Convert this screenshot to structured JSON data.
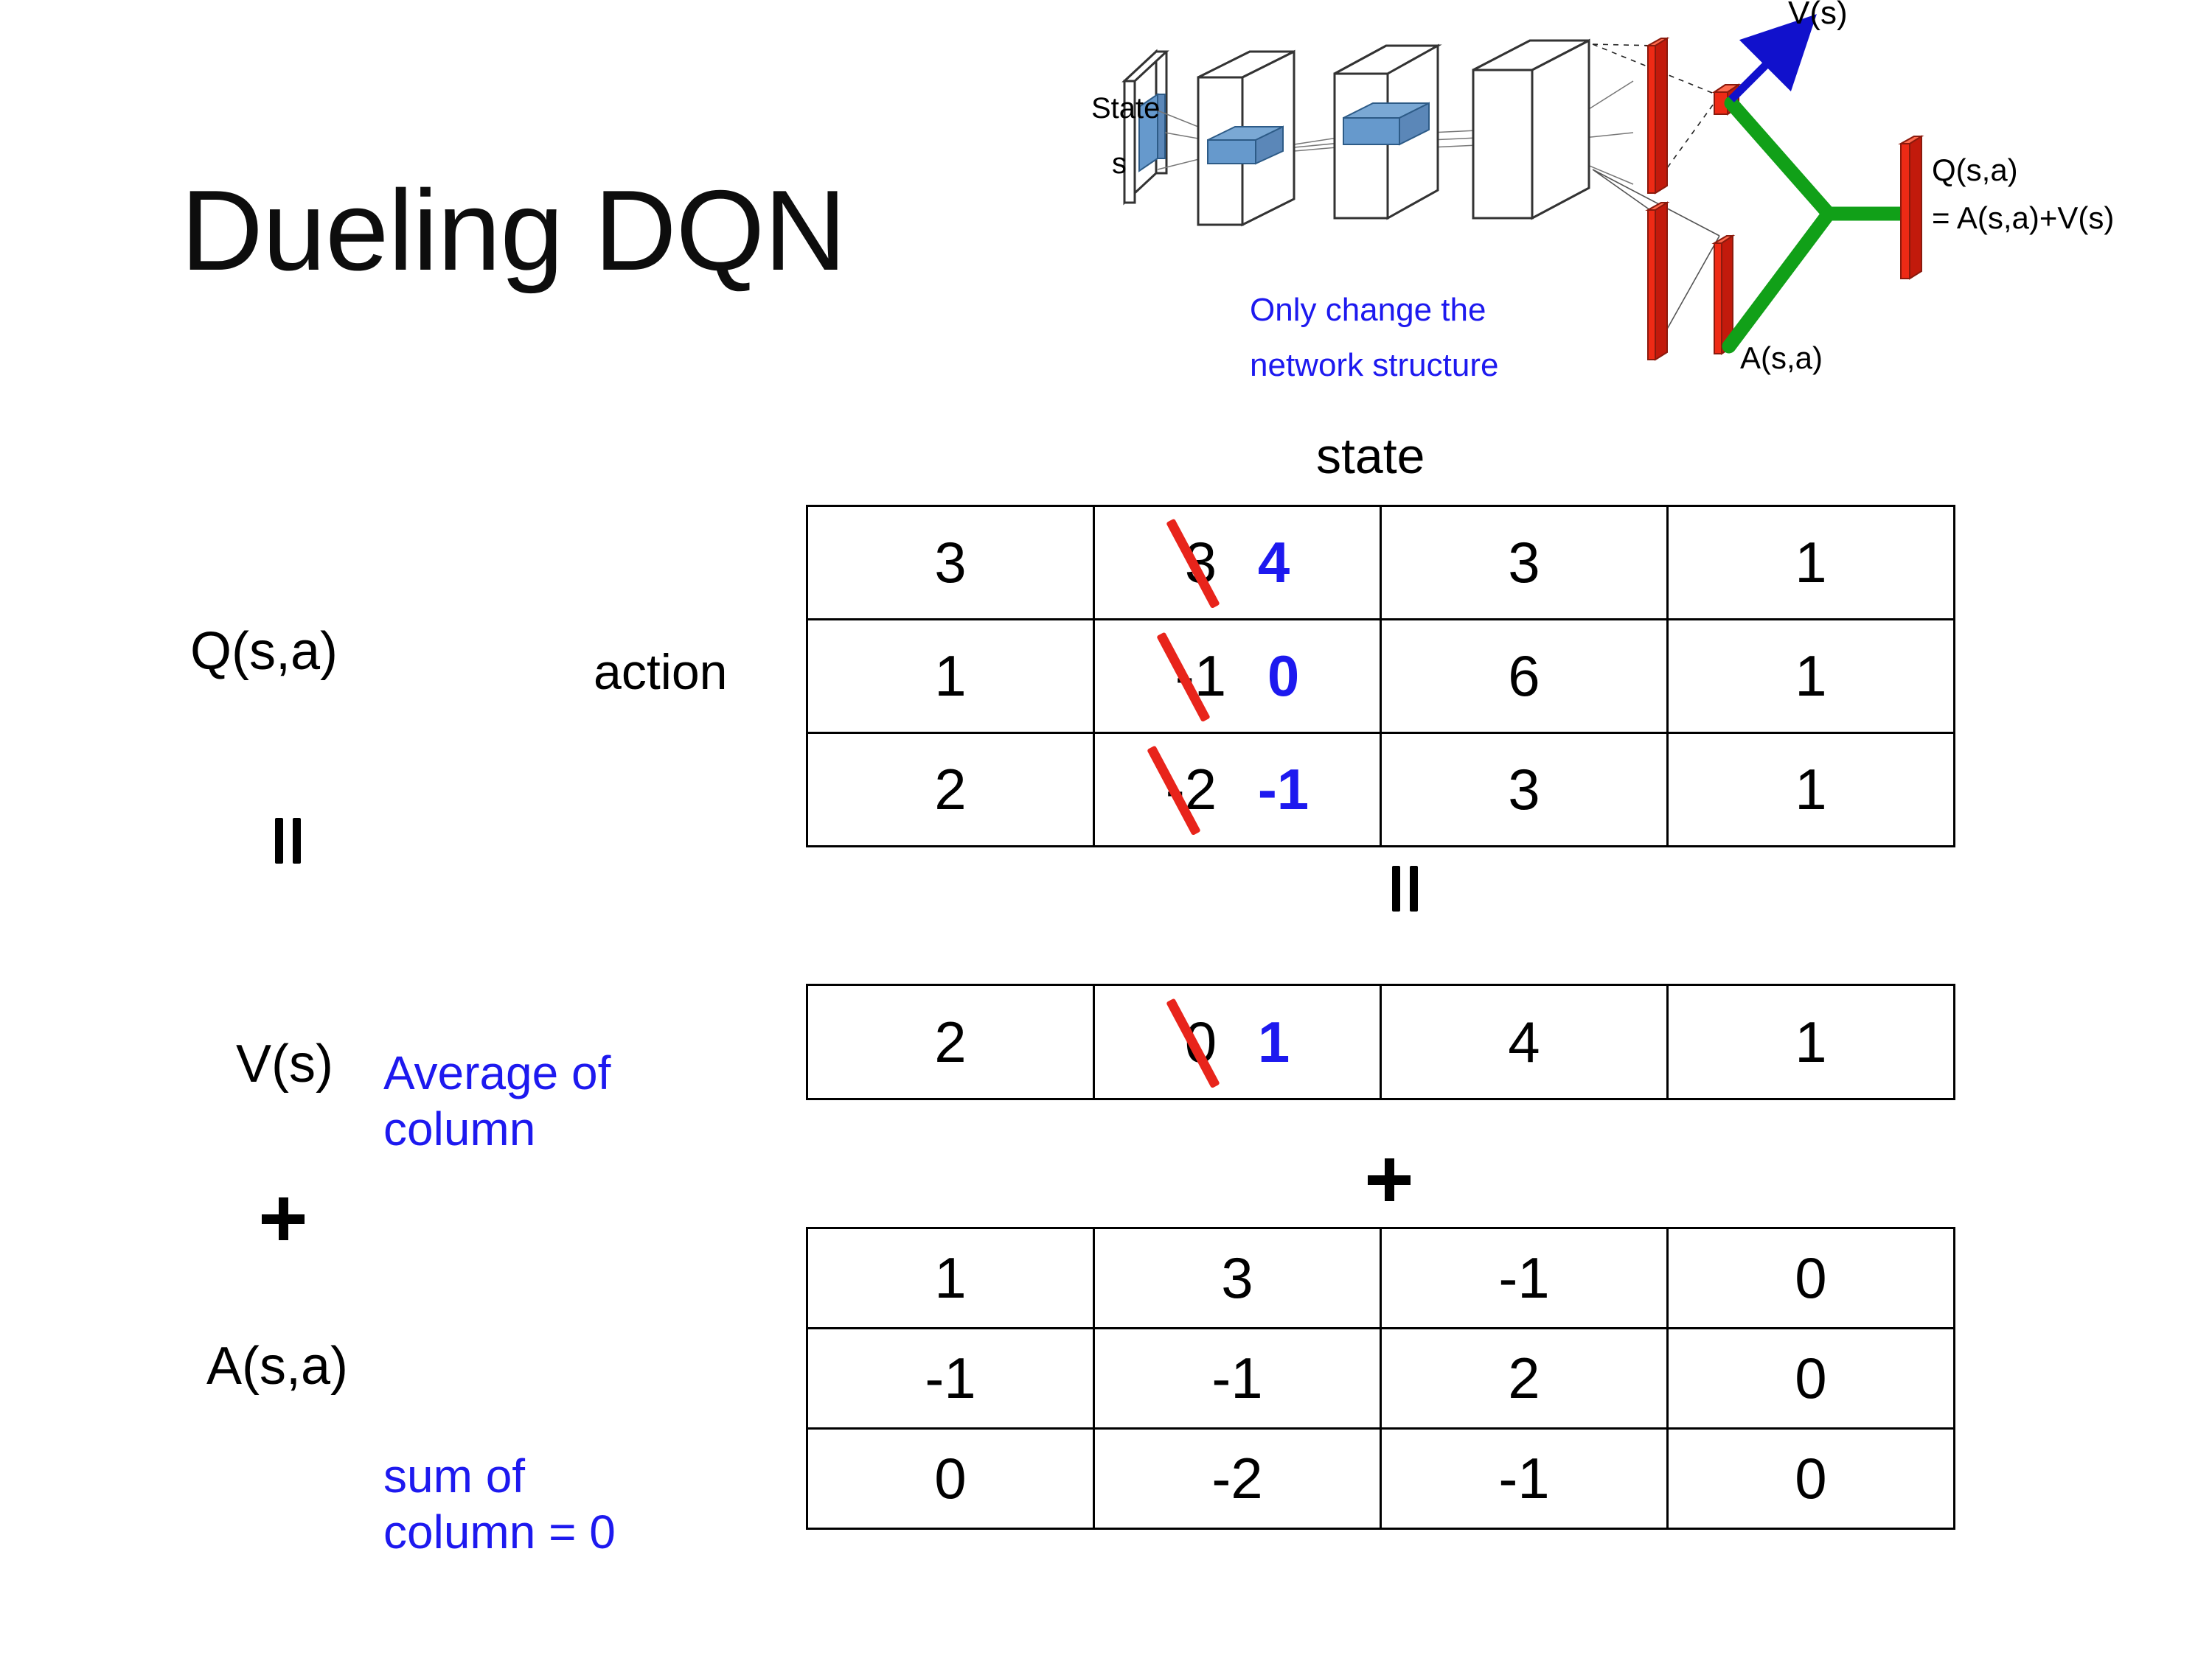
{
  "slide": {
    "title": "Dueling DQN"
  },
  "diagram": {
    "input_label_line1": "State",
    "input_label_line2": "s",
    "note_line1": "Only change the",
    "note_line2": "network structure",
    "value_stream_label": "V(s)",
    "advantage_stream_label": "A(s,a)",
    "output_label_line1": "Q(s,a)",
    "output_label_line2": "= A(s,a)+V(s)",
    "colors": {
      "note_blue": "#1d19ef",
      "arrow_blue": "#1111cc",
      "bar_red": "#ee2a15",
      "merge_green": "#11a018",
      "feature_blue": "#6699cc"
    }
  },
  "labels": {
    "q_label": "Q(s,a)",
    "v_label": "V(s)",
    "a_label": "A(s,a)",
    "axis_state": "state",
    "axis_action": "action",
    "equals_symbol": "=",
    "plus_symbol": "+",
    "note_average": "Average of\ncolumn",
    "note_sum": "sum of\ncolumn = 0",
    "note_color": "#1d19ef"
  },
  "chart_data": {
    "type": "table",
    "title": "Dueling DQN  Q(s,a) = V(s) + A(s,a)",
    "row_axis": "action",
    "col_axis": "state",
    "n_states": 4,
    "n_actions": 3,
    "tables": [
      {
        "name": "Q(s,a)",
        "rows": [
          [
            "3",
            "3",
            "3",
            "1"
          ],
          [
            "1",
            "-1",
            "6",
            "1"
          ],
          [
            "2",
            "-2",
            "3",
            "1"
          ]
        ],
        "edits": [
          {
            "row": 0,
            "col": 1,
            "old": "3",
            "new": "4",
            "struck": true
          },
          {
            "row": 1,
            "col": 1,
            "old": "-1",
            "new": "0",
            "struck": true
          },
          {
            "row": 2,
            "col": 1,
            "old": "-2",
            "new": "-1",
            "struck": true
          }
        ]
      },
      {
        "name": "V(s)",
        "rows": [
          [
            "2",
            "0",
            "4",
            "1"
          ]
        ],
        "edits": [
          {
            "row": 0,
            "col": 1,
            "old": "0",
            "new": "1",
            "struck": true
          }
        ]
      },
      {
        "name": "A(s,a)",
        "rows": [
          [
            "1",
            "3",
            "-1",
            "0"
          ],
          [
            "-1",
            "-1",
            "2",
            "0"
          ],
          [
            "0",
            "-2",
            "-1",
            "0"
          ]
        ],
        "edits": []
      }
    ],
    "edit_old_color": "#000000",
    "edit_new_color": "#1d19ef",
    "strike_color": "#e8241b"
  }
}
